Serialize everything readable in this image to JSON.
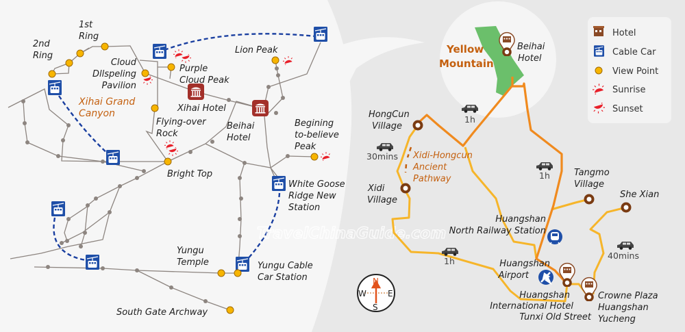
{
  "watermark": "TravelChinaGuide.com",
  "left": {
    "first_ring": [
      "1st",
      "Ring"
    ],
    "second_ring": [
      "2nd",
      "Ring"
    ],
    "cloud_pavilion": [
      "Cloud",
      "Dllspeling",
      "Pavilion"
    ],
    "purple_cloud_peak": [
      "Purple",
      "Cloud Peak"
    ],
    "lion_peak": [
      "Lion Peak"
    ],
    "xihai_canyon": [
      "Xihai Grand",
      "Canyon"
    ],
    "xihai_hotel": [
      "Xihai Hotel"
    ],
    "flying_over_rock": [
      "Flying-over",
      "Rock"
    ],
    "beihai_hotel": [
      "Beihai",
      "Hotel"
    ],
    "begining_peak": [
      "Begining",
      "to-believe",
      "Peak"
    ],
    "bright_top": [
      "Bright Top"
    ],
    "white_goose": [
      "White Goose",
      "Ridge New",
      "Station"
    ],
    "yungu_temple": [
      "Yungu",
      "Temple"
    ],
    "yungu_station": [
      "Yungu Cable",
      "Car Station"
    ],
    "south_gate": [
      "South Gate Archway"
    ]
  },
  "right": {
    "yellow_mountain": [
      "Yellow",
      "Mountain"
    ],
    "beihai_hotel": [
      "Beihai",
      "Hotel"
    ],
    "hongcun": [
      "HongCun",
      "Village"
    ],
    "xidi": [
      "Xidi",
      "Village"
    ],
    "pathway": [
      "Xidi-Hongcun",
      "Ancient",
      "Pathway"
    ],
    "tangmo": [
      "Tangmo",
      "Village"
    ],
    "shexian": [
      "She Xian"
    ],
    "north_railway": [
      "Huangshan",
      "North Railway Station"
    ],
    "airport": [
      "Huangshan",
      "Airport"
    ],
    "intl_hotel": [
      "Huangshan",
      "International Hotel",
      "Tunxi Old Street"
    ],
    "crowne": [
      "Crowne Plaza",
      "Huangshan",
      "Yucheng"
    ],
    "durations": {
      "mountain": "1h",
      "hongcun": "30mins",
      "tangmo": "1h",
      "xidi": "1h",
      "shexian": "40mins"
    }
  },
  "legend": {
    "items": [
      {
        "label": "Hotel",
        "icon": "hotel-icon"
      },
      {
        "label": "Cable Car",
        "icon": "cable-car-icon"
      },
      {
        "label": "View Point",
        "icon": "view-point-icon"
      },
      {
        "label": "Sunrise",
        "icon": "sunrise-icon"
      },
      {
        "label": "Sunset",
        "icon": "sunset-icon"
      }
    ]
  },
  "compass": {
    "n": "N",
    "s": "S",
    "e": "E",
    "w": "W"
  },
  "colors": {
    "hotel": "#a3302a",
    "cable_car": "#1f4fa8",
    "view_point": "#f7b500",
    "road_main": "#f08a1e",
    "road_secondary": "#f6b52a",
    "park": "#6bbf6b"
  }
}
